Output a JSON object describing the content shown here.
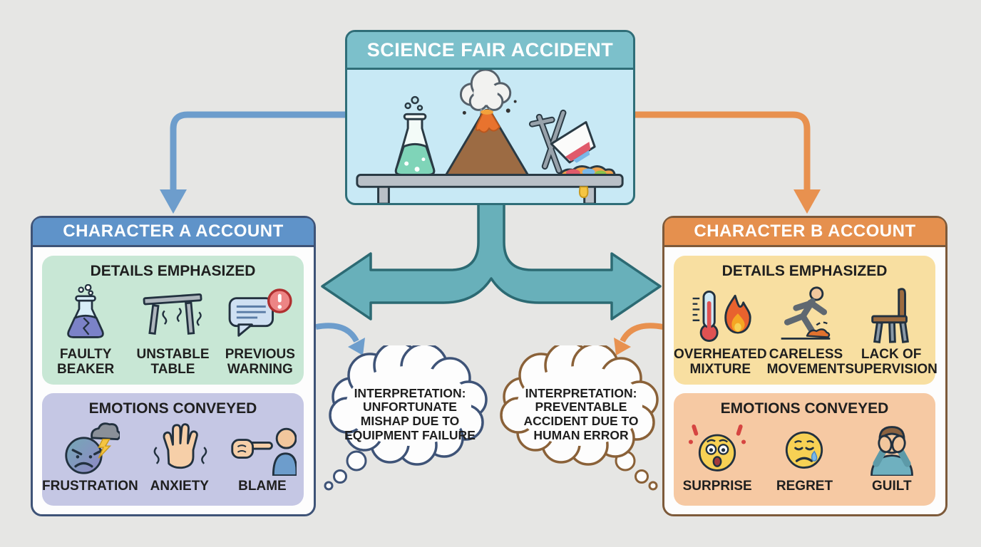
{
  "source": {
    "title": "SCIENCE FAIR ACCIDENT",
    "scene_icons": [
      "bubbling-flask-icon",
      "erupting-volcano-icon",
      "tipped-cup-rainbow-spill-icon",
      "lab-table-icon"
    ]
  },
  "character_a": {
    "title": "CHARACTER A ACCOUNT",
    "details": {
      "title": "DETAILS EMPHASIZED",
      "items": [
        {
          "icon": "cracked-beaker-icon",
          "label": "FAULTY\nBEAKER"
        },
        {
          "icon": "unstable-table-icon",
          "label": "UNSTABLE\nTABLE"
        },
        {
          "icon": "warning-message-icon",
          "label": "PREVIOUS\nWARNING"
        }
      ]
    },
    "emotions": {
      "title": "EMOTIONS CONVEYED",
      "items": [
        {
          "icon": "angry-storm-face-icon",
          "label": "FRUSTRATION"
        },
        {
          "icon": "trembling-hand-icon",
          "label": "ANXIETY"
        },
        {
          "icon": "pointing-finger-icon",
          "label": "BLAME"
        }
      ]
    },
    "interpretation": "INTERPRETATION:\nUNFORTUNATE\nMISHAP DUE TO\nEQUIPMENT FAILURE"
  },
  "character_b": {
    "title": "CHARACTER B ACCOUNT",
    "details": {
      "title": "DETAILS EMPHASIZED",
      "items": [
        {
          "icon": "thermometer-flame-icon",
          "label": "OVERHEATED\nMIXTURE"
        },
        {
          "icon": "running-person-icon",
          "label": "CARELESS\nMOVEMENT"
        },
        {
          "icon": "empty-chair-icon",
          "label": "LACK OF\nSUPERVISION"
        }
      ]
    },
    "emotions": {
      "title": "EMOTIONS CONVEYED",
      "items": [
        {
          "icon": "shocked-face-icon",
          "label": "SURPRISE"
        },
        {
          "icon": "sad-tear-face-icon",
          "label": "REGRET"
        },
        {
          "icon": "covering-face-icon",
          "label": "GUILT"
        }
      ]
    },
    "interpretation": "INTERPRETATION:\nPREVENTABLE\nACCIDENT DUE TO\nHUMAN ERROR"
  },
  "colors": {
    "background": "#e6e6e4",
    "source_header": "#7cc0cb",
    "source_body": "#c8e9f5",
    "source_border": "#2f6e78",
    "character_a_accent": "#5f93c9",
    "character_a_border": "#3e5377",
    "character_b_accent": "#e5904e",
    "character_b_border": "#7d5a3a",
    "details_a_panel": "#c8e7d5",
    "emotions_a_panel": "#c5c7e4",
    "details_b_panel": "#f8dfa1",
    "emotions_b_panel": "#f6c9a3",
    "split_arrow": "#68b0ba",
    "arrow_a": "#6d9dcc",
    "arrow_b": "#e8914f"
  }
}
